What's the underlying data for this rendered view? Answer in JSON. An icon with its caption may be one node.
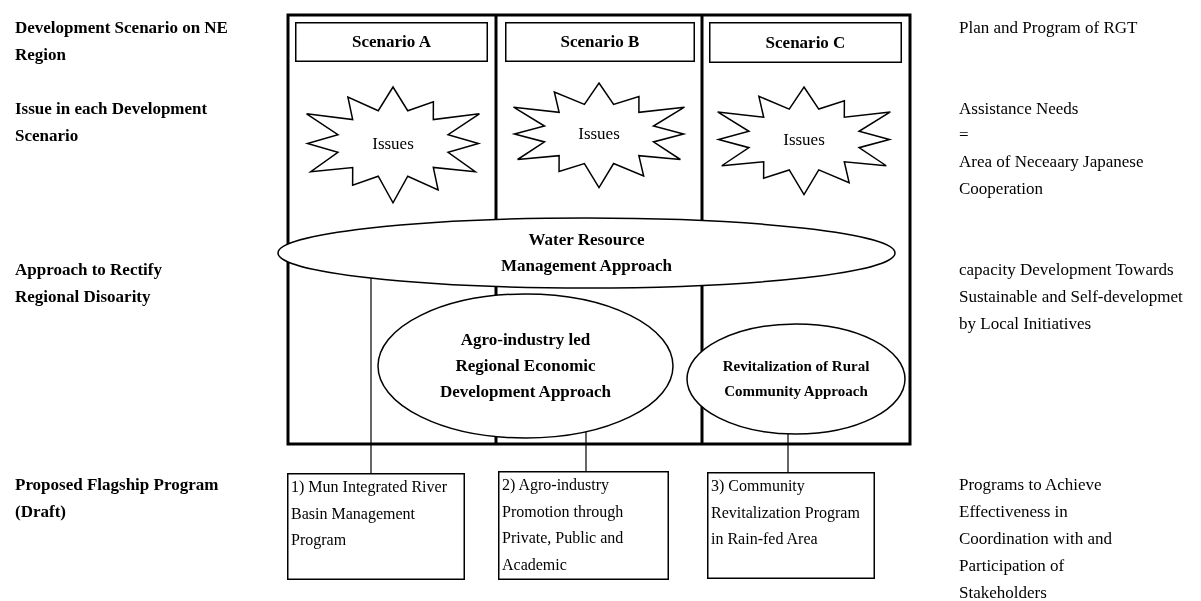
{
  "diagram": {
    "nodes": [
      {
        "text": [
          "Scenario A"
        ]
      },
      {
        "text": [
          "Scenario B"
        ]
      },
      {
        "text": [
          "Scenario C"
        ]
      },
      {
        "text": [
          "Issues"
        ]
      },
      {
        "text": [
          "Issues"
        ]
      },
      {
        "text": [
          "Issues"
        ]
      },
      {
        "text": [
          "Water Resource Management Approach"
        ]
      },
      {
        "text": [
          "Agro-industry led Regional Economic Development Approach"
        ]
      },
      {
        "text": [
          "Revitalization of Rural Community Approach"
        ]
      },
      {
        "text": [
          "1) Mun Integrated River Basin Management Program"
        ]
      },
      {
        "text": [
          "2) Agro-industry Promotion through Private, Public and Academic"
        ]
      },
      {
        "text": [
          "3) Community Revitalization Program in Rain-fed Area"
        ]
      }
    ],
    "edges": [
      {
        "from": 6,
        "to": 9,
        "arrow": "none"
      },
      {
        "from": 7,
        "to": 10,
        "arrow": "none"
      },
      {
        "from": 8,
        "to": 11,
        "arrow": "none"
      }
    ],
    "labels": [
      "Development Scenario on NE Region",
      "Issue in each Development Scenario",
      "Approach to Rectify Regional Disoarity",
      "Proposed Flagship Program (Draft)",
      "Plan and Program of RGT",
      "Assistance Needs",
      "=",
      "Area of Neceaary Japanese Cooperation",
      "capacity Development Towards Sustainable and Self-developmet by Local Initiatives",
      "Programs to Achieve Effectiveness in Coordination with and Participation of Stakeholders"
    ]
  }
}
